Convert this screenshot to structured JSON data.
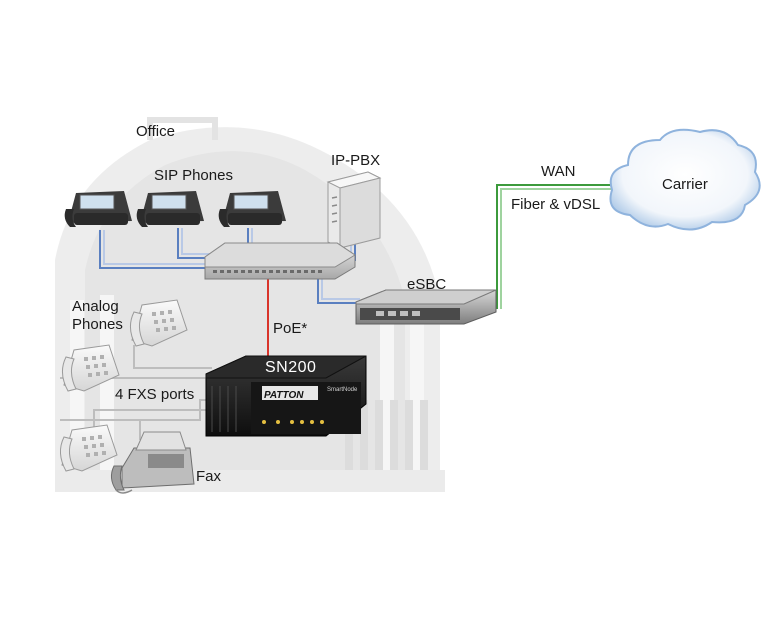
{
  "labels": {
    "office": "Office",
    "sip_phones": "SIP Phones",
    "ip_pbx": "IP-PBX",
    "wan": "WAN",
    "fiber_vdsl": "Fiber & vDSL",
    "carrier": "Carrier",
    "esbc": "eSBC",
    "analog_phones_line1": "Analog",
    "analog_phones_line2": "Phones",
    "poe": "PoE*",
    "sn200": "SN200",
    "fxs_ports": "4 FXS ports",
    "fax": "Fax",
    "patton_logo": "PATTON",
    "smartnode_logo": "SmartNode"
  },
  "colors": {
    "ethernet_link": "#5a7fc0",
    "poe_link": "#d9342b",
    "wan_link": "#3c9a3c",
    "phone_line": "#b8b8b8",
    "building": "#e7e7e7",
    "cloud_fill": "#ffffff",
    "cloud_edge": "#8fb3dd"
  },
  "icons": [
    "office-building",
    "sip-phone",
    "ip-pbx-server",
    "network-switch",
    "esbc-router",
    "cloud",
    "analog-phone",
    "fax-machine",
    "sn200-gateway"
  ]
}
